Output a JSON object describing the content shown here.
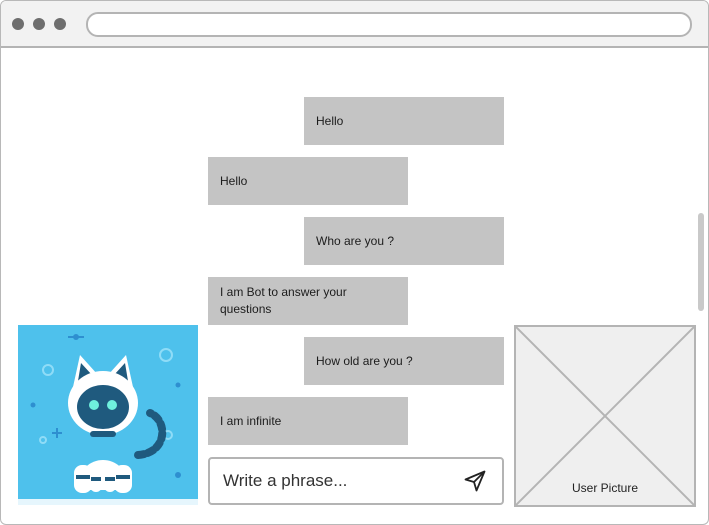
{
  "chat": {
    "messages": [
      {
        "side": "right",
        "text": "Hello"
      },
      {
        "side": "left",
        "text": "Hello"
      },
      {
        "side": "right",
        "text": "Who are you ?"
      },
      {
        "side": "left",
        "text": "I am Bot to answer your questions"
      },
      {
        "side": "right",
        "text": "How old are you ?"
      },
      {
        "side": "left",
        "text": "I am infinite"
      }
    ]
  },
  "composer": {
    "placeholder": "Write a phrase...",
    "send_icon": "send-icon"
  },
  "user_picture": {
    "label": "User Picture"
  },
  "bot_avatar": {
    "icon": "robot-cat-avatar"
  }
}
